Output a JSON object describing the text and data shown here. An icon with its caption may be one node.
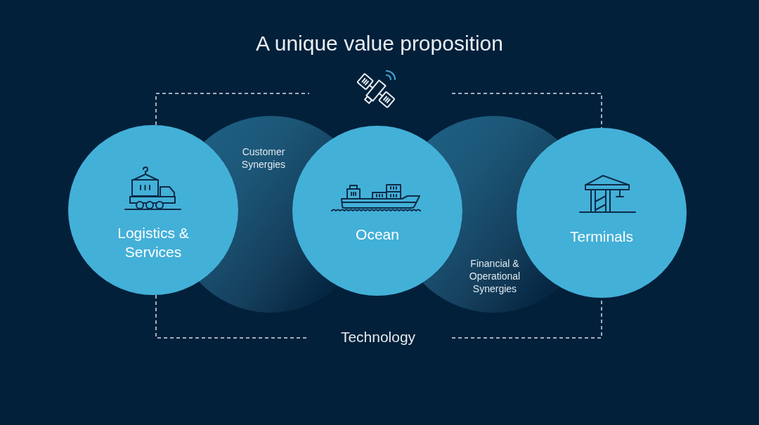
{
  "diagram": {
    "title": "A unique value proposition",
    "nodes": [
      {
        "text": [
          "Technology"
        ]
      },
      {
        "text": [
          "Logistics & Services"
        ]
      },
      {
        "text": [
          "Customer Synergies"
        ],
        "in": 0
      },
      {
        "text": [
          "Ocean"
        ],
        "in": 0
      },
      {
        "text": [
          "Financial & Operational Synergies"
        ],
        "in": 0
      },
      {
        "text": [
          "Terminals"
        ]
      }
    ]
  }
}
